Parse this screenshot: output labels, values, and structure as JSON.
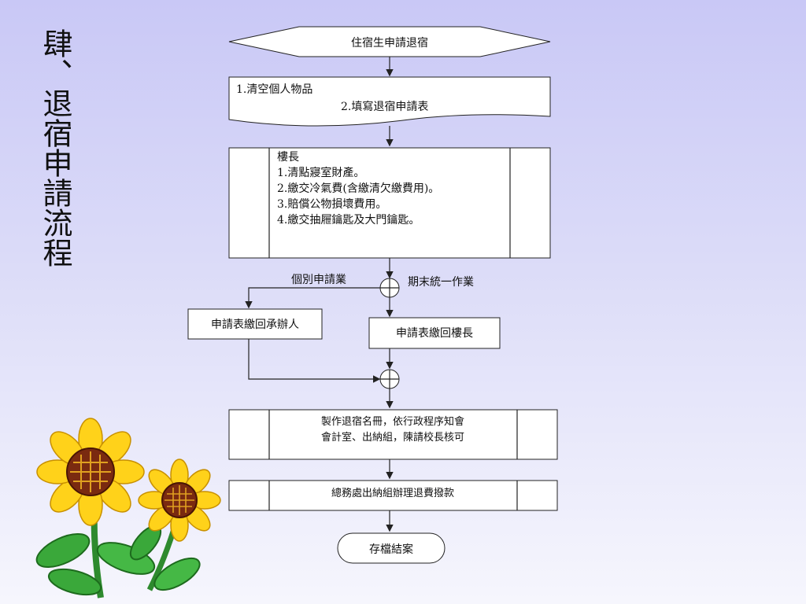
{
  "slide": {
    "title": "肆、退宿申請流程"
  },
  "flow": {
    "start": "住宿生申請退宿",
    "step1": {
      "line1": "1.清空個人物品",
      "line2": "2.填寫退宿申請表"
    },
    "step2": {
      "lines": [
        "樓長",
        "1.清點寢室財產。",
        "2.繳交冷氣費(含繳清欠繳費用)。",
        "3.賠償公物損壞費用。",
        "4.繳交抽屜鑰匙及大門鑰匙。"
      ]
    },
    "branch_left_label": "個別申請業",
    "branch_right_label": "期末統一作業",
    "left_box": "申請表繳回承辦人",
    "right_box": "申請表繳回樓長",
    "step3": {
      "line1": "製作退宿名冊，依行政程序知會",
      "line2": "會計室、出納組，陳請校長核可"
    },
    "step4": "總務處出納組辦理退費撥款",
    "end": "存檔結案"
  },
  "decoration": {
    "image": "sunflower-illustration"
  }
}
